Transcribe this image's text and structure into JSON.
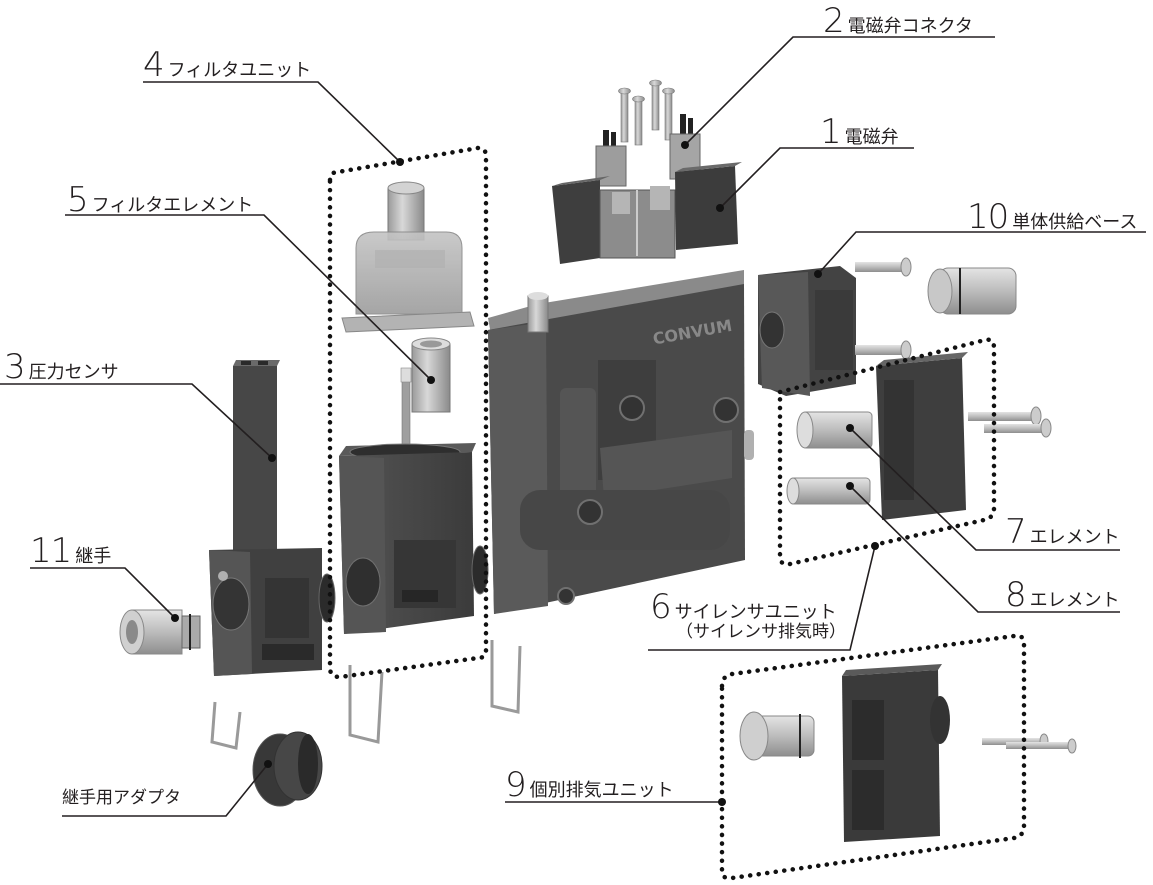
{
  "title": "exploded parts diagram",
  "colors": {
    "leader": "#231f20",
    "dark_part": "#4a4a4a",
    "darker_part": "#3a3a3a",
    "light_part": "#bdbdbd",
    "metal": "#c8c8c8"
  },
  "parts": [
    {
      "number": "1",
      "name": "電磁弁"
    },
    {
      "number": "2",
      "name": "電磁弁コネクタ"
    },
    {
      "number": "3",
      "name": "圧力センサ"
    },
    {
      "number": "4",
      "name": "フィルタユニット"
    },
    {
      "number": "5",
      "name": "フィルタエレメント"
    },
    {
      "number": "6",
      "name": "サイレンサユニット",
      "note": "（サイレンサ排気時）"
    },
    {
      "number": "7",
      "name": "エレメント"
    },
    {
      "number": "8",
      "name": "エレメント"
    },
    {
      "number": "9",
      "name": "個別排気ユニット"
    },
    {
      "number": "10",
      "name": "単体供給ベース"
    },
    {
      "number": "11",
      "name": "継手"
    },
    {
      "number": "",
      "name": "継手用アダプタ"
    }
  ],
  "body_logo": "CONVUM"
}
